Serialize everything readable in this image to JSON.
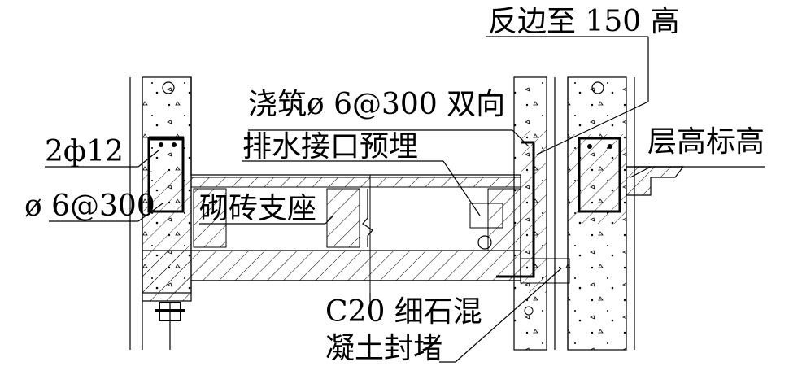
{
  "diagram": {
    "labels": {
      "turn_up": "反边至 150 高",
      "pour": "浇筑ø 6@300 双向",
      "floor_level": "层高标高",
      "rebar_main": "2ф12",
      "drain_embed": "排水接口预埋",
      "rebar_stirrup": "ø 6@300",
      "brick_support": "砌砖支座",
      "concrete_line1": "C20 细石混",
      "concrete_line2": "凝土封堵"
    }
  }
}
